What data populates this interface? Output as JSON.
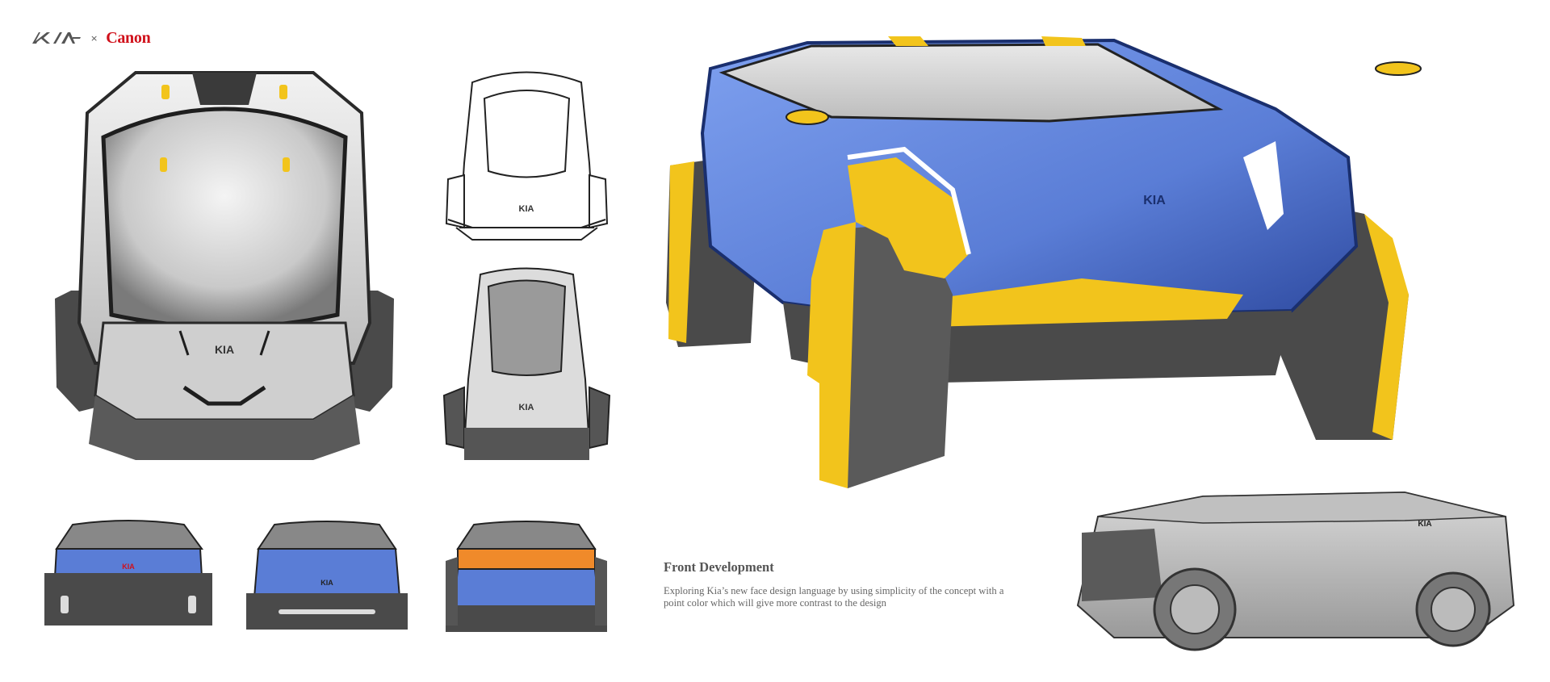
{
  "header": {
    "kia_logo": "KIA",
    "times_sign": "×",
    "canon_logo": "Canon"
  },
  "caption": {
    "title": "Front Development",
    "body": "Exploring Kia’s new face design language by using simplicity of the concept with a point color which will give more contrast to the design"
  },
  "sketches": {
    "front_large": {
      "logo": "KIA"
    },
    "front_lineart": {
      "logo": "KIA"
    },
    "front_grey": {
      "logo": "KIA"
    },
    "blue_variant_1": {
      "logo": "KIA"
    },
    "blue_variant_2": {
      "logo": "KIA"
    },
    "blue_variant_3": {
      "logo": ""
    },
    "hero_perspective": {
      "logo": "KIA"
    },
    "side_sketch": {
      "logo": "KIA"
    }
  },
  "colors": {
    "accent_yellow": "#f2c41c",
    "body_blue": "#5a7dd6",
    "body_blue_dark": "#2e4aa0",
    "tyre_dark": "#3a3a3a",
    "brand_red": "#d0101a",
    "orange_light": "#f08a2a",
    "text_grey": "#555555"
  }
}
